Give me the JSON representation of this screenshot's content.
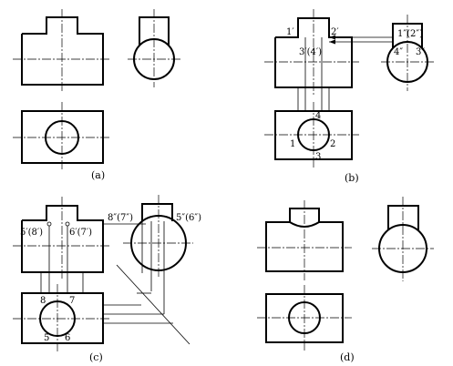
{
  "captions": {
    "a": "(a)",
    "b": "(b)",
    "c": "(c)",
    "d": "(d)"
  },
  "labels_b": {
    "p1": "1′",
    "p2": "2′",
    "p34": "3′(4′)",
    "p1pp": "1″(2″)",
    "p4pp": "4″",
    "p3pp": "3″",
    "n4": "4",
    "n1": "1",
    "n2": "2",
    "n3": "3"
  },
  "labels_c": {
    "p58": "5′(8′)",
    "p67": "6′(7′)",
    "p87pp": "8″(7″)",
    "p56pp": "5″(6″)",
    "n8": "8",
    "n7": "7",
    "n5": "5",
    "n6": "6"
  }
}
